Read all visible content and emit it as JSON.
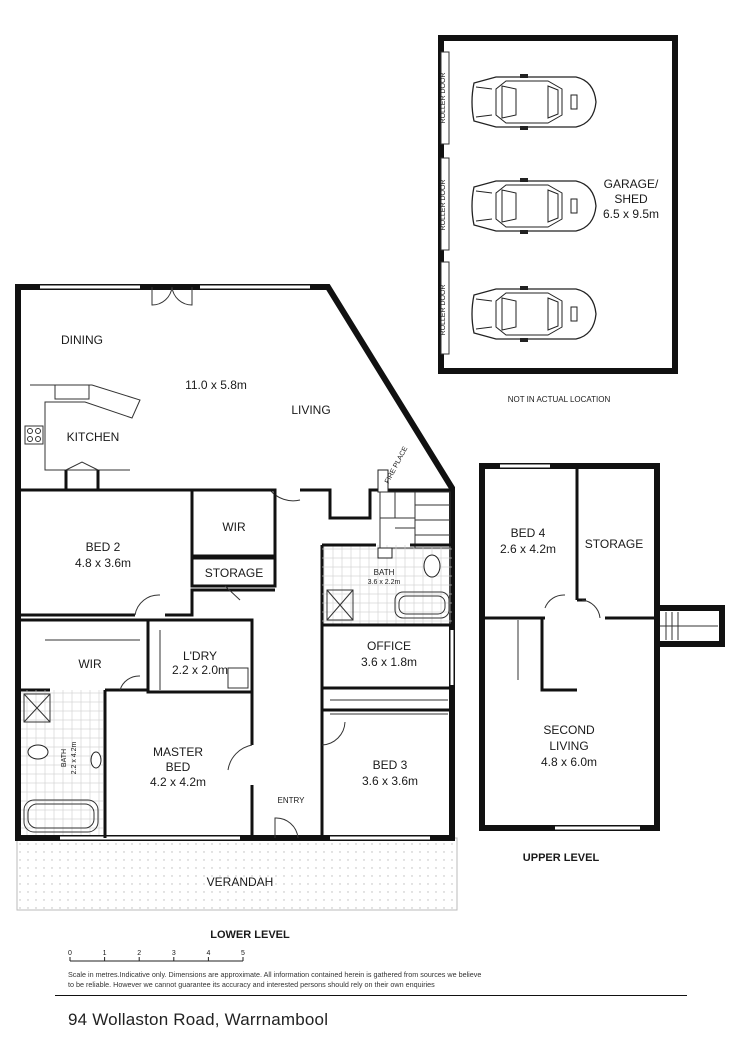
{
  "rooms": {
    "dining": "DINING",
    "living_dims": "11.0 x 5.8m",
    "living": "LIVING",
    "kitchen": "KITCHEN",
    "fireplace": "FIRE PLACE",
    "wir_top": "WIR",
    "bed2_name": "BED 2",
    "bed2_dims": "4.8 x 3.6m",
    "storage_lower": "STORAGE",
    "bath_main_name": "BATH",
    "bath_main_dims": "3.6 x 2.2m",
    "ldry_name": "L'DRY",
    "ldry_dims": "2.2 x 2.0m",
    "wir_lower": "WIR",
    "office_name": "OFFICE",
    "office_dims": "3.6 x 1.8m",
    "bath_ens_name": "BATH",
    "bath_ens_dims": "2.2 x 4.2m",
    "master_name1": "MASTER",
    "master_name2": "BED",
    "master_dims": "4.2 x 4.2m",
    "entry": "ENTRY",
    "bed3_name": "BED 3",
    "bed3_dims": "3.6 x 3.6m",
    "verandah": "VERANDAH",
    "bed4_name": "BED 4",
    "bed4_dims": "2.6 x 4.2m",
    "storage_upper": "STORAGE",
    "second_living1": "SECOND",
    "second_living2": "LIVING",
    "second_living_dims": "4.8 x 6.0m",
    "garage1": "GARAGE/",
    "garage2": "SHED",
    "garage_dims": "6.5 x 9.5m",
    "roller_door": "ROLLER DOOR"
  },
  "notes": {
    "not_actual_location": "NOT IN ACTUAL LOCATION",
    "lower_level": "LOWER LEVEL",
    "upper_level": "UPPER LEVEL"
  },
  "scale": {
    "ticks": [
      "0",
      "1",
      "2",
      "3",
      "4",
      "5"
    ]
  },
  "disclaimer": "Scale in metres.Indicative only. Dimensions are approximate. All information contained herein is gathered from sources we believe to be reliable. However we cannot guarantee its accuracy and interested persons should rely on their own enquiries",
  "address": "94 Wollaston Road, Warrnambool"
}
